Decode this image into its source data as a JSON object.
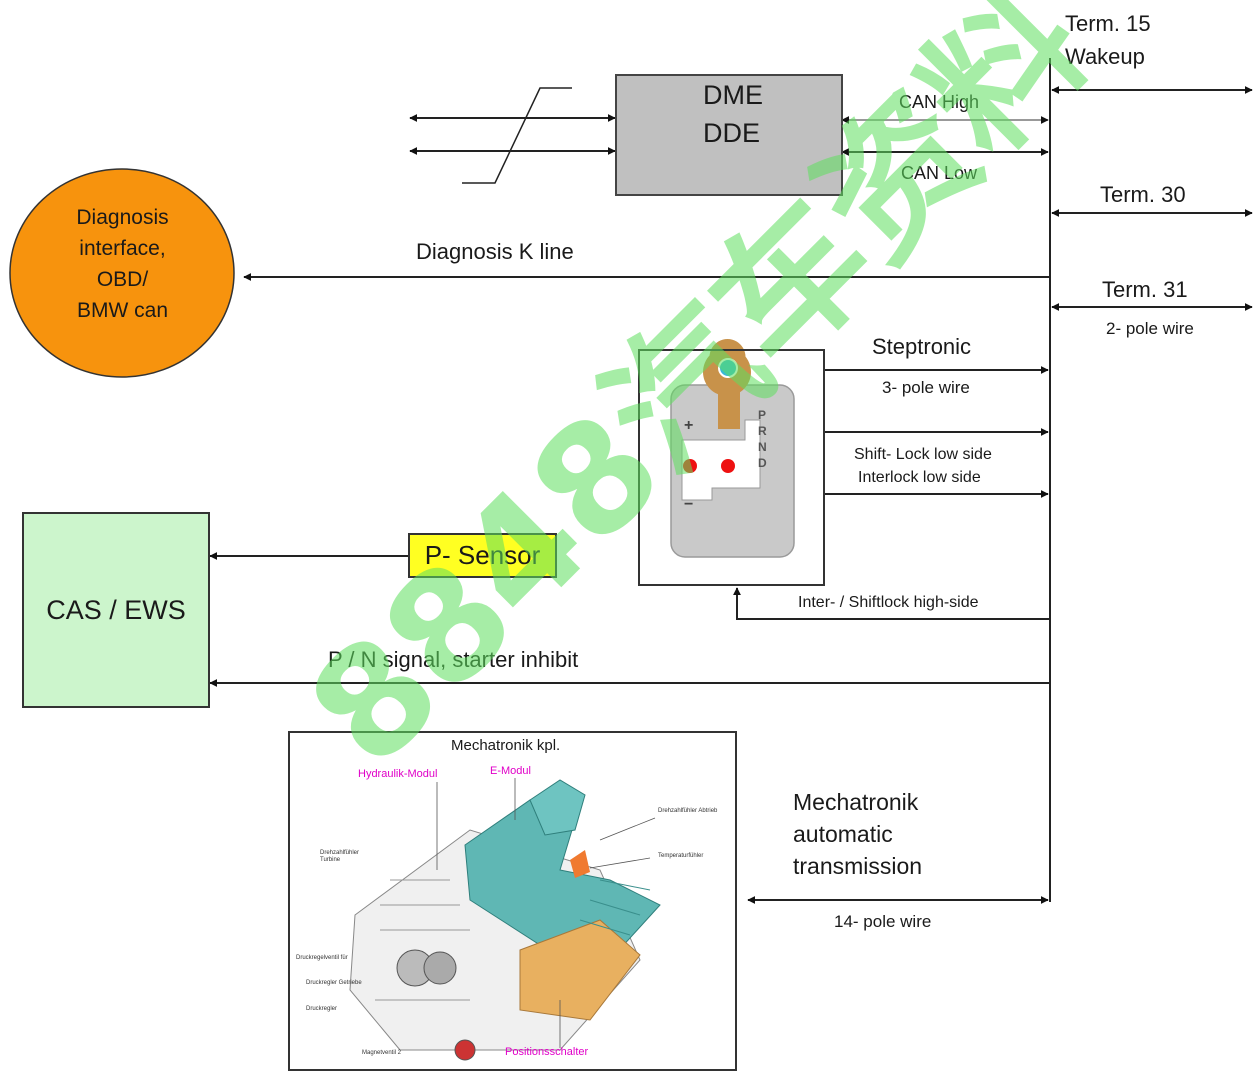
{
  "ecu": {
    "line1": "DME",
    "line2": "DDE"
  },
  "can": {
    "high": "CAN High",
    "low": "CAN Low"
  },
  "terminals": {
    "t15_line1": "Term. 15",
    "t15_line2": "Wakeup",
    "t30": "Term. 30",
    "t31": "Term. 31",
    "t31_wire": "2- pole wire"
  },
  "diagnosis": {
    "l1": "Diagnosis",
    "l2": "interface,",
    "l3": "OBD/",
    "l4": "BMW can",
    "kline": "Diagnosis K line"
  },
  "selector": {
    "steptronic": "Steptronic",
    "steptronic_wire": "3- pole wire",
    "shiftlock_l1": "Shift- Lock low side",
    "shiftlock_l2": "Interlock low side",
    "highside": "Inter- / Shiftlock high-side",
    "gates": [
      "P",
      "R",
      "N",
      "D"
    ],
    "plus": "+",
    "minus": "−"
  },
  "cas": {
    "label": "CAS / EWS",
    "psensor": "P- Sensor",
    "pn_signal": "P / N signal, starter inhibit"
  },
  "mechatronik": {
    "l1": "Mechatronik",
    "l2": "automatic",
    "l3": "transmission",
    "wire": "14- pole wire",
    "image_title": "Mechatronik kpl.",
    "hydraulik": "Hydraulik-Modul",
    "emodul": "E-Modul",
    "positionsschalter": "Positionsschalter",
    "small_labels": [
      "Drehzahlfühler Turbine",
      "Drehzahlfühler Abtrieb",
      "Temperaturfühler",
      "Magnetventil 2",
      "Druckregler",
      "Druckregler Getriebe",
      "Druckregelventil für"
    ]
  },
  "watermark": "8848汽车资料",
  "colors": {
    "ecu_fill": "#c0c0c0",
    "diagnosis_fill": "#f7930d",
    "cas_fill": "#ccf5cc",
    "psensor_fill": "#ffff22",
    "watermark": "#5ee05e",
    "label_magenta": "#e000c8",
    "teal": "#5fb7b4"
  }
}
